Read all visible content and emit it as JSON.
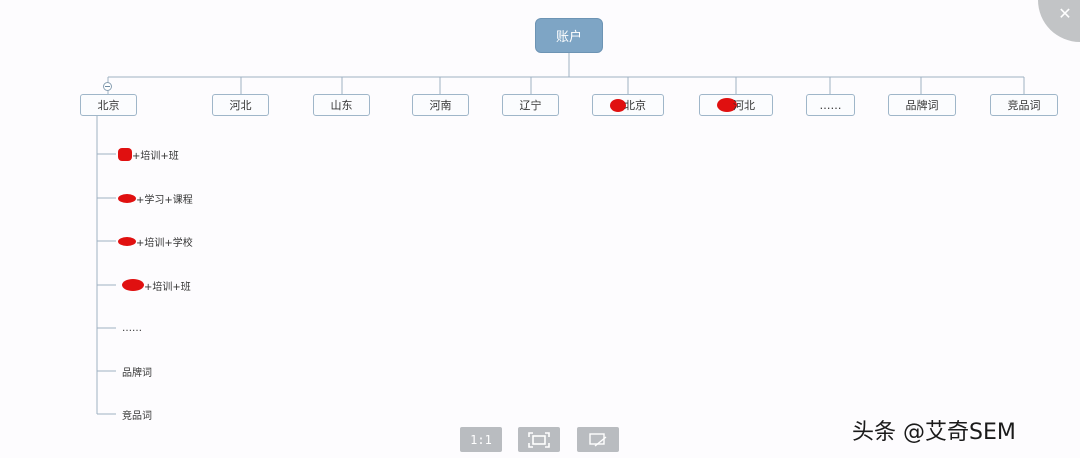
{
  "mindmap": {
    "root": {
      "label": "账户"
    },
    "branches": [
      {
        "label": "北京",
        "redacted_prefix": false
      },
      {
        "label": "河北",
        "redacted_prefix": false
      },
      {
        "label": "山东",
        "redacted_prefix": false
      },
      {
        "label": "河南",
        "redacted_prefix": false
      },
      {
        "label": "辽宁",
        "redacted_prefix": false
      },
      {
        "label": "北京",
        "redacted_prefix": true
      },
      {
        "label": "河北",
        "redacted_prefix": true
      },
      {
        "label": "……",
        "redacted_prefix": false
      },
      {
        "label": "品牌词",
        "redacted_prefix": false
      },
      {
        "label": "竞品词",
        "redacted_prefix": false
      }
    ],
    "leaves": [
      {
        "label": "+培训+班",
        "redacted_prefix": true
      },
      {
        "label": "+学习+课程",
        "redacted_prefix": true
      },
      {
        "label": "+培训+学校",
        "redacted_prefix": true
      },
      {
        "label": "+培训+班",
        "redacted_prefix": true
      },
      {
        "label": "……",
        "redacted_prefix": false
      },
      {
        "label": "品牌词",
        "redacted_prefix": false
      },
      {
        "label": "竞品词",
        "redacted_prefix": false
      }
    ]
  },
  "toolbar": {
    "actual_size_label": "1:1",
    "fit_icon": "fit-screen-icon",
    "edit_icon": "edit-icon"
  },
  "close_icon": "close-icon",
  "watermark": "头条 @艾奇SEM",
  "colors": {
    "root_fill": "#7ea5c5",
    "branch_border": "#9fb6c9",
    "connector": "#9fb2c3",
    "redaction": "#e01010",
    "toolbar_button": "#b9bcc0"
  }
}
